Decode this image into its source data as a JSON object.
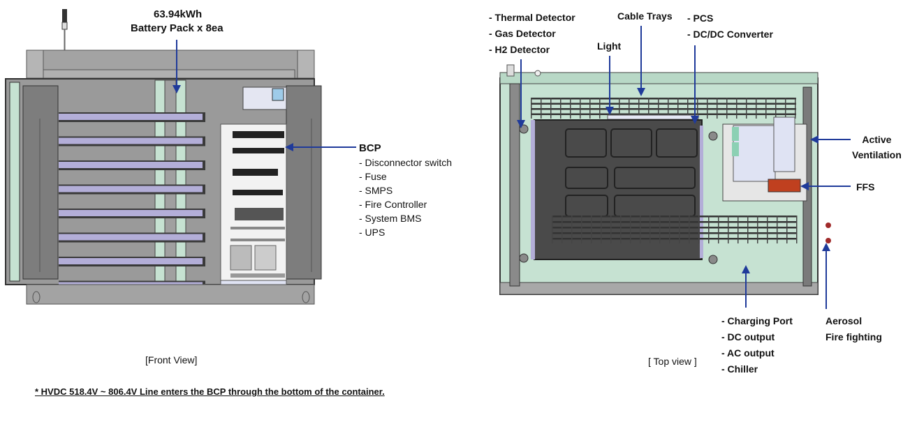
{
  "front_view": {
    "caption": "[Front View]",
    "battery_label": {
      "line1": "63.94kWh",
      "line2": "Battery Pack x 8ea"
    },
    "battery_pack_count": 8,
    "bcp": {
      "title": "BCP",
      "items": [
        "- Disconnector switch",
        "- Fuse",
        "- SMPS",
        "- Fire Controller",
        "- System BMS",
        "- UPS"
      ]
    }
  },
  "top_view": {
    "caption": "[ Top view ]",
    "detectors": [
      "- Thermal Detector",
      "- Gas Detector",
      "- H2 Detector"
    ],
    "light": "Light",
    "cable_trays": "Cable Trays",
    "pcs": [
      "- PCS",
      "- DC/DC Converter"
    ],
    "active_ventilation": [
      "Active",
      "Ventilation"
    ],
    "ffs": "FFS",
    "ports": [
      "- Charging Port",
      "- DC output",
      "- AC output",
      "- Chiller"
    ],
    "aerosol": [
      "Aerosol",
      "Fire fighting"
    ]
  },
  "footnote": "* HVDC 518.4V ~ 806.4V Line enters the BCP through the bottom of the container.",
  "colors": {
    "arrow": "#1f3a9a",
    "frame_gray": "#a8a8a8",
    "panel_gray": "#7a7a7a",
    "battery_purple": "#b3aed8",
    "mint": "#c6e2d2",
    "ffs_red": "#c0401f",
    "dark_module": "#4a4a4a"
  }
}
